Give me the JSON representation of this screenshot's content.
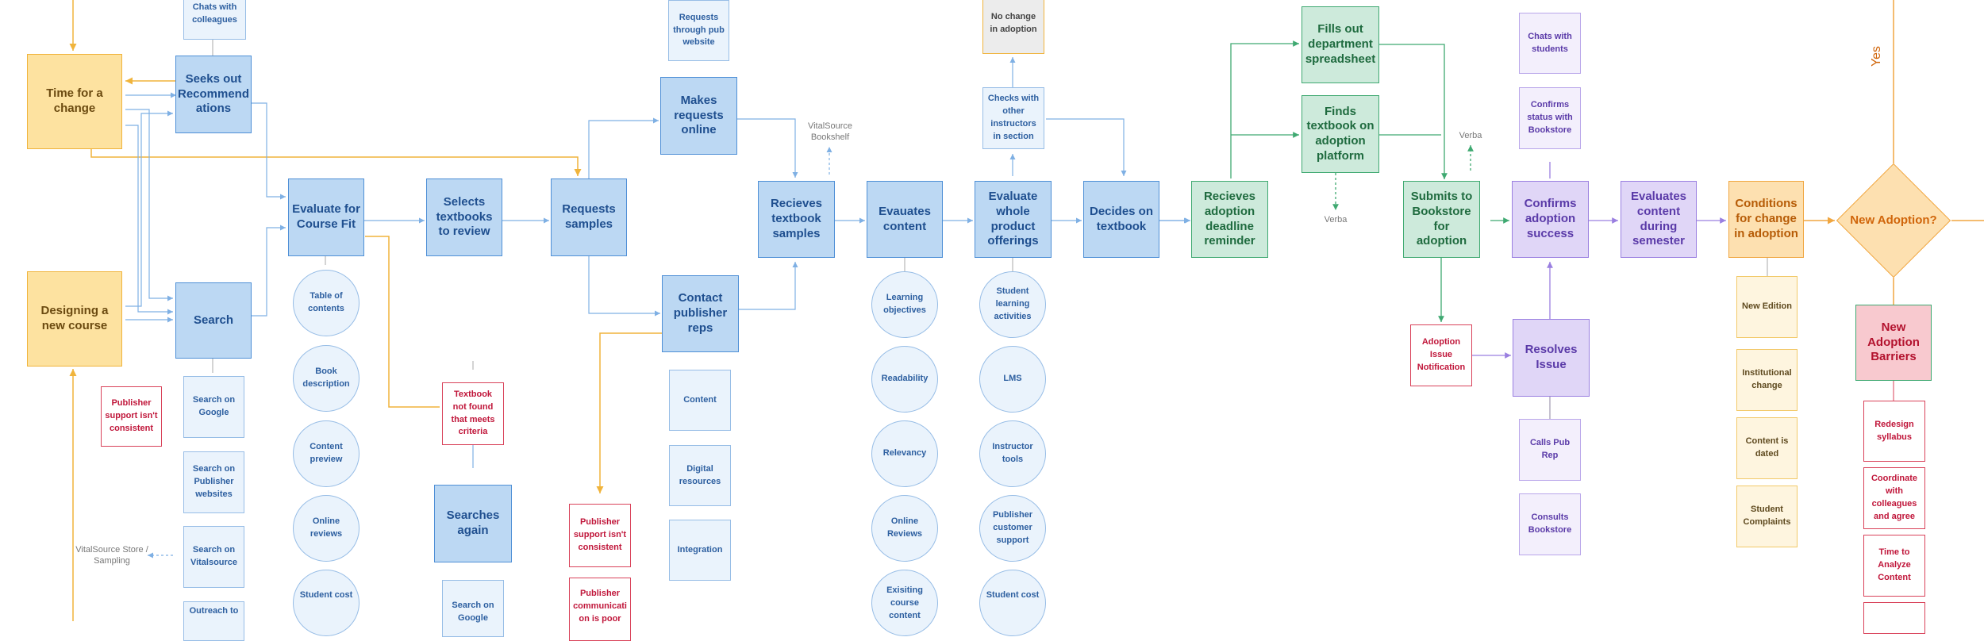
{
  "nodes": {
    "time_for_change": "Time for a change",
    "designing_new_course": "Designing a new course",
    "chats_with_colleagues": "Chats with colleagues",
    "seeks_out_recommendations": "Seeks out Recommend ations",
    "search": "Search",
    "publisher_support_inconsistent_1": "Publisher support isn't consistent",
    "search_on_google": "Search on Google",
    "search_on_publisher_websites": "Search on Publisher websites",
    "search_on_vitalsource": "Search on Vitalsource",
    "outreach_to": "Outreach to",
    "vitalsource_store_sampling": "VitalSource Store / Sampling",
    "evaluate_course_fit": "Evaluate for Course Fit",
    "table_of_contents": "Table of contents",
    "book_description": "Book description",
    "content_preview": "Content preview",
    "online_reviews_1": "Online reviews",
    "student_cost_1": "Student cost",
    "selects_textbooks": "Selects textbooks to review",
    "textbook_not_found": "Textbook not found that meets criteria",
    "searches_again": "Searches again",
    "search_on_google_2": "Search on Google",
    "requests_samples": "Requests samples",
    "requests_through_pub": "Requests through pub website",
    "makes_requests_online": "Makes requests online",
    "contact_publisher_reps": "Contact publisher reps",
    "content": "Content",
    "digital_resources": "Digital resources",
    "integration": "Integration",
    "publisher_support_inconsistent_2": "Publisher support isn't consistent",
    "publisher_communication": "Publisher communicati on is poor",
    "vitalsource_bookshelf": "VitalSource Bookshelf",
    "receives_textbook_samples": "Recieves textbook samples",
    "evaluates_content": "Evauates content",
    "learning_objectives": "Learning objectives",
    "readability": "Readability",
    "relevancy": "Relevancy",
    "online_reviews_2": "Online Reviews",
    "existing_course_content": "Exisiting course content",
    "no_change_in_adoption": "No change in adoption",
    "checks_with_instructors": "Checks with other instructors in section",
    "evaluate_whole_product": "Evaluate whole product offerings",
    "student_learning_activities": "Student learning activities",
    "lms": "LMS",
    "instructor_tools": "Instructor tools",
    "publisher_customer_support": "Publisher customer support",
    "student_cost_2": "Student cost",
    "decides_on_textbook": "Decides on textbook",
    "receives_adoption_deadline": "Recieves adoption deadline reminder",
    "fills_out_spreadsheet": "Fills out department spreadsheet",
    "finds_textbook_on_platform": "Finds textbook on adoption platform",
    "verba_1": "Verba",
    "verba_2": "Verba",
    "submits_to_bookstore": "Submits to Bookstore for adoption",
    "adoption_issue_notification": "Adoption Issue Notification",
    "chats_with_students": "Chats with students",
    "confirms_status_bookstore": "Confirms status with Bookstore",
    "confirms_adoption_success": "Confirms adoption success",
    "resolves_issue": "Resolves Issue",
    "calls_pub_rep": "Calls Pub Rep",
    "consults_bookstore": "Consults Bookstore",
    "evaluates_content_semester": "Evaluates content during semester",
    "conditions_for_change": "Conditions for change in adoption",
    "new_edition": "New Edition",
    "institutional_change": "Institutional change",
    "content_is_dated": "Content is dated",
    "student_complaints": "Student Complaints",
    "new_adoption": "New Adoption?",
    "yes": "Yes",
    "new_adoption_barriers": "New Adoption Barriers",
    "redesign_syllabus": "Redesign syllabus",
    "coordinate_with_colleagues": "Coordinate with colleagues and agree",
    "time_to_analyze": "Time to Analyze Content"
  },
  "colors": {
    "blue": "#4e8fd6",
    "yellow": "#f0b43c",
    "green": "#3fa971",
    "purple": "#9a7fe0",
    "orange": "#f0a640",
    "red": "#d9425a"
  }
}
